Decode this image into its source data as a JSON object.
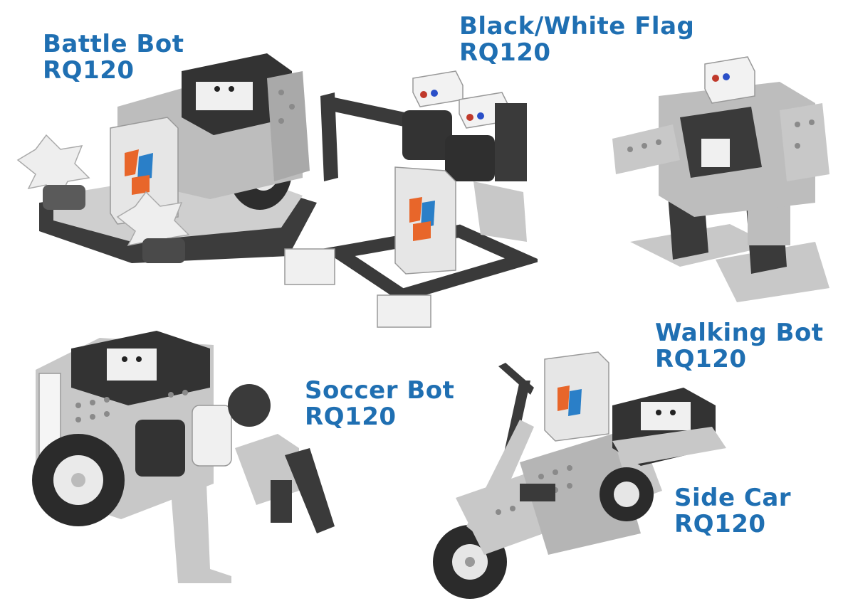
{
  "colors": {
    "label": "#1f6fb2",
    "dark_frame": "#3a3a3a",
    "light_frame": "#c8c8c8",
    "white_part": "#f2f2f2",
    "logo_orange": "#e8662a",
    "logo_blue": "#2a7fc8"
  },
  "robots": [
    {
      "id": "battle-bot",
      "name": "Battle Bot",
      "model": "RQ120"
    },
    {
      "id": "black-white-flag",
      "name": "Black/White Flag",
      "model": "RQ120"
    },
    {
      "id": "walking-bot",
      "name": "Walking Bot",
      "model": "RQ120"
    },
    {
      "id": "soccer-bot",
      "name": "Soccer Bot",
      "model": "RQ120"
    },
    {
      "id": "side-car",
      "name": "Side Car",
      "model": "RQ120"
    }
  ]
}
